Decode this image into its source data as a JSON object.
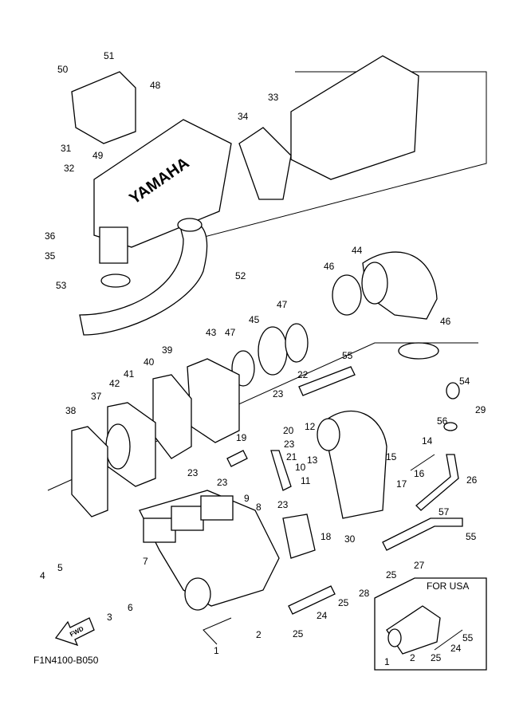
{
  "diagram": {
    "code": "F1N4100-B050",
    "fwd_label": "FWD",
    "brand_on_cover": "YAMAHA",
    "inset_title": "FOR USA",
    "callouts": [
      "51",
      "50",
      "48",
      "33",
      "34",
      "31",
      "49",
      "32",
      "36",
      "35",
      "53",
      "52",
      "44",
      "46",
      "47",
      "45",
      "43",
      "46",
      "39",
      "47",
      "55",
      "40",
      "41",
      "22",
      "54",
      "42",
      "23",
      "37",
      "29",
      "56",
      "38",
      "20",
      "12",
      "14",
      "19",
      "23",
      "21",
      "13",
      "15",
      "10",
      "23",
      "23",
      "11",
      "16",
      "26",
      "17",
      "9",
      "8",
      "23",
      "57",
      "18",
      "55",
      "30",
      "7",
      "25",
      "27",
      "5",
      "4",
      "28",
      "25",
      "6",
      "3",
      "24",
      "2",
      "25",
      "1"
    ],
    "inset_callouts": [
      "55",
      "24",
      "2",
      "25",
      "1"
    ]
  }
}
